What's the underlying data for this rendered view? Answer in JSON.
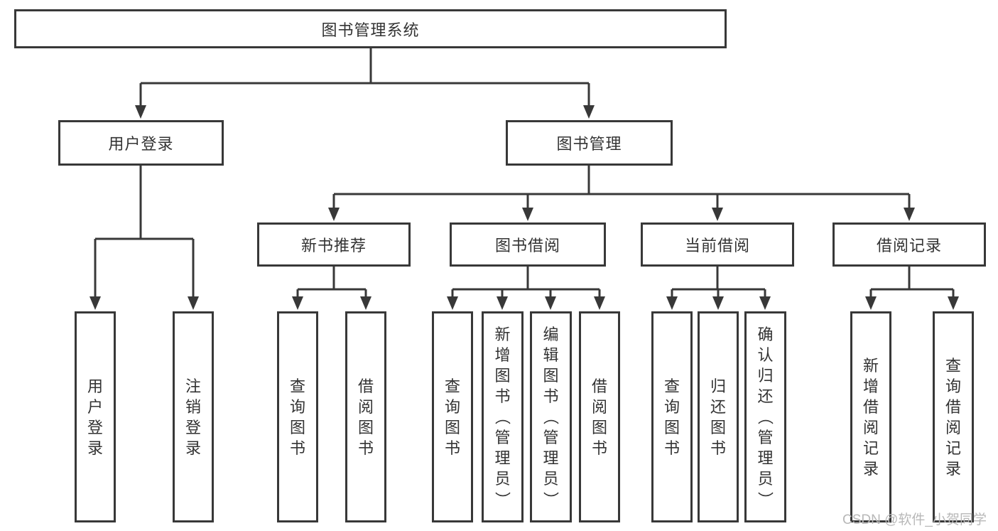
{
  "diagram": {
    "type": "hierarchy-tree",
    "watermark": "CSDN @软件_小贺同学",
    "colors": {
      "line": "#383838",
      "text": "#333333",
      "box_background": "#ffffff",
      "watermark": "#b8b8b8"
    },
    "root": {
      "label": "图书管理系统"
    },
    "level2": [
      {
        "label": "用户登录"
      },
      {
        "label": "图书管理"
      }
    ],
    "level3": [
      {
        "label": "新书推荐",
        "parent": "图书管理"
      },
      {
        "label": "图书借阅",
        "parent": "图书管理"
      },
      {
        "label": "当前借阅",
        "parent": "图书管理"
      },
      {
        "label": "借阅记录",
        "parent": "图书管理"
      }
    ],
    "leaves": [
      {
        "label": "用户登录",
        "parent": "用户登录"
      },
      {
        "label": "注销登录",
        "parent": "用户登录"
      },
      {
        "label": "查询图书",
        "parent": "新书推荐"
      },
      {
        "label": "借阅图书",
        "parent": "新书推荐"
      },
      {
        "label": "查询图书",
        "parent": "图书借阅"
      },
      {
        "label": "新增图书（管理员）",
        "parent": "图书借阅"
      },
      {
        "label": "编辑图书（管理员）",
        "parent": "图书借阅"
      },
      {
        "label": "借阅图书",
        "parent": "图书借阅"
      },
      {
        "label": "查询图书",
        "parent": "当前借阅"
      },
      {
        "label": "归还图书",
        "parent": "当前借阅"
      },
      {
        "label": "确认归还（管理员）",
        "parent": "当前借阅"
      },
      {
        "label": "新增借阅记录",
        "parent": "借阅记录"
      },
      {
        "label": "查询借阅记录",
        "parent": "借阅记录"
      }
    ]
  }
}
